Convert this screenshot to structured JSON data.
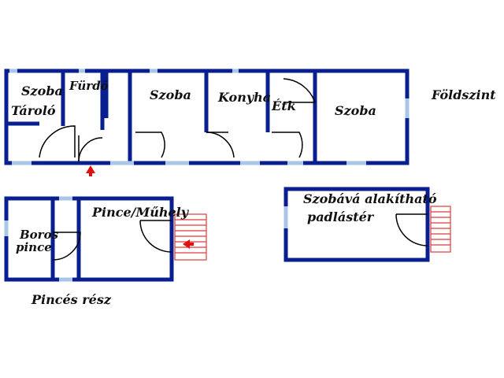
{
  "colors": {
    "wall": "#0a1f8f",
    "window": "#a9c6e6",
    "door_arc": "#000000",
    "stair": "#e23a3a",
    "arrow": "#e01010",
    "text": "#111111",
    "background": "#ffffff"
  },
  "ground_floor": {
    "title": "Földszint",
    "rooms": {
      "szoba_1": "Szoba",
      "tarolo": "Tároló",
      "furdo": "Fürdő",
      "szoba_2": "Szoba",
      "konyha": "Konyha",
      "etk": "Étk",
      "szoba_3": "Szoba"
    },
    "entrance_marker": "arrow-up-icon"
  },
  "cellar": {
    "title": "Pincés rész",
    "rooms": {
      "boros_line1": "Boros",
      "boros_line2": "pince",
      "pince_muhely": "Pince/Műhely"
    },
    "entrance_marker": "arrow-left-icon"
  },
  "attic": {
    "label_line1": "Szobává alakítható",
    "label_line2": "padlástér"
  }
}
